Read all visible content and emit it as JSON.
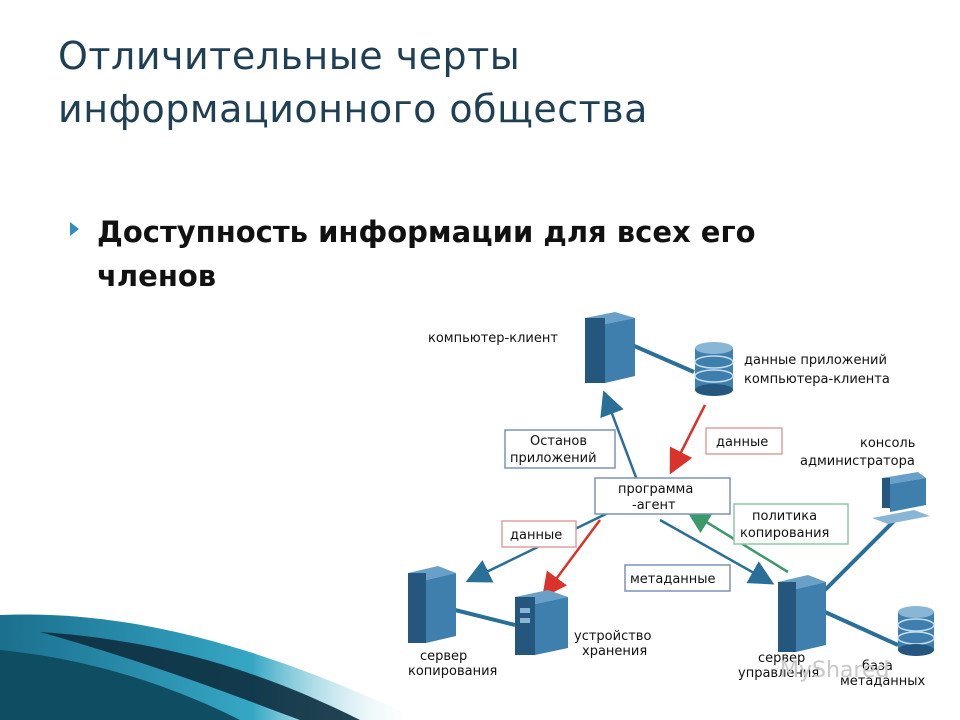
{
  "title": {
    "line1": "Отличительные черты",
    "line2": "информационного общества"
  },
  "bullet": {
    "text": "Доступность информации для всех его членов"
  },
  "diagram": {
    "nodes": {
      "client_computer": "компьютер-клиент",
      "app_data_line1": "данные приложений",
      "app_data_line2": "компьютера-клиента",
      "admin_console_line1": "консоль",
      "admin_console_line2": "администратора",
      "agent_line1": "программа",
      "agent_line2": "-агент",
      "backup_server_line1": "сервер",
      "backup_server_line2": "копирования",
      "storage_device_line1": "устройство",
      "storage_device_line2": "хранения",
      "mgmt_server_line1": "сервер",
      "mgmt_server_line2": "управления",
      "metadata_db_line1": "база",
      "metadata_db_line2": "метаданных"
    },
    "edge_labels": {
      "stop_apps_line1": "Останов",
      "stop_apps_line2": "приложений",
      "data_top": "данные",
      "data_left": "данные",
      "policy_line1": "политика",
      "policy_line2": "копирования",
      "metadata": "метаданные"
    },
    "colors": {
      "blue_arrow": "#2a6f97",
      "red_arrow": "#d9332b",
      "green_arrow": "#3a9a6a",
      "box_blue": "#7a93b8",
      "box_red": "#e0a0a0",
      "box_green": "#8fc7a5",
      "device": "#3f7fae",
      "device_dark": "#25577e"
    }
  },
  "watermark": "MyShared"
}
